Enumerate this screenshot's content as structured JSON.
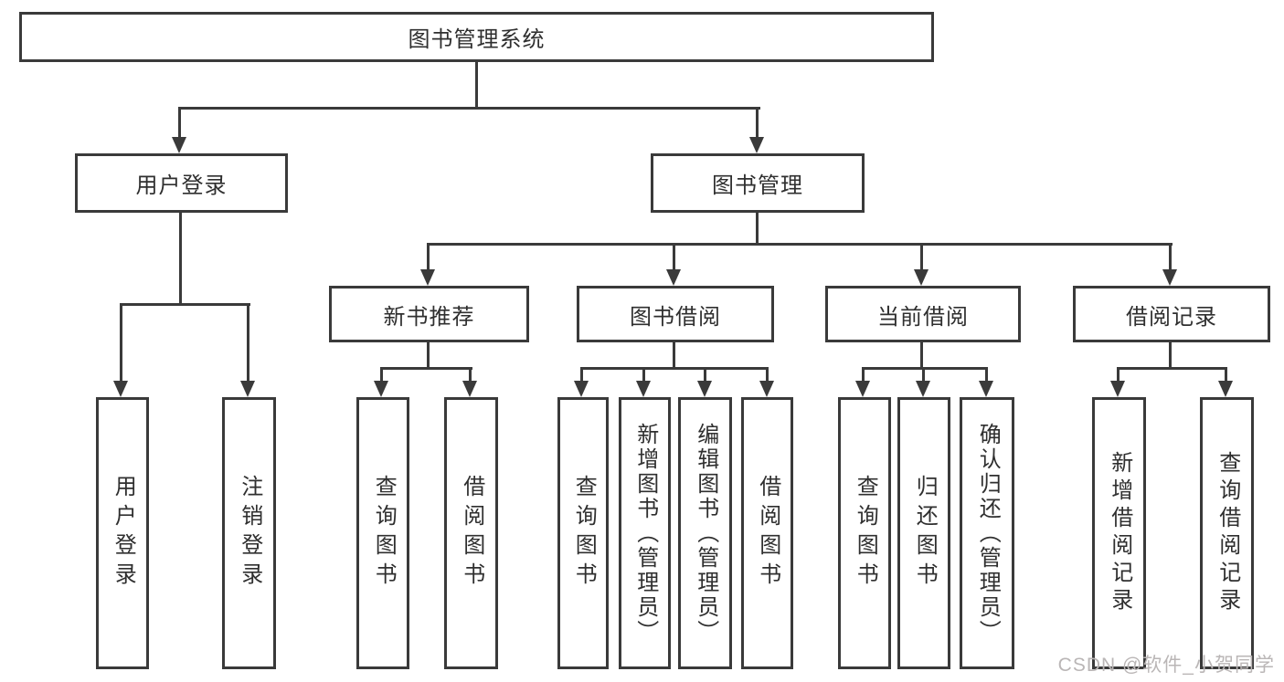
{
  "tree": {
    "root": "图书管理系统",
    "user_login": {
      "label": "用户登录",
      "children": [
        "用户登录",
        "注销登录"
      ]
    },
    "book_mgmt": {
      "label": "图书管理",
      "sections": [
        {
          "label": "新书推荐",
          "children": [
            "查询图书",
            "借阅图书"
          ]
        },
        {
          "label": "图书借阅",
          "children": [
            "查询图书",
            "新增图书（管理员）",
            "编辑图书（管理员）",
            "借阅图书"
          ]
        },
        {
          "label": "当前借阅",
          "children": [
            "查询图书",
            "归还图书",
            "确认归还（管理员）"
          ]
        },
        {
          "label": "借阅记录",
          "children": [
            "新增借阅记录",
            "查询借阅记录"
          ]
        }
      ]
    }
  },
  "watermark": "CSDN @软件_小贺同学",
  "colors": {
    "line": "#3a3a3a",
    "box_border": "#3a3a3a",
    "box_fill": "#ffffff",
    "text": "#2f2f2f",
    "watermark": "#bab6b6",
    "background": "#ffffff"
  }
}
